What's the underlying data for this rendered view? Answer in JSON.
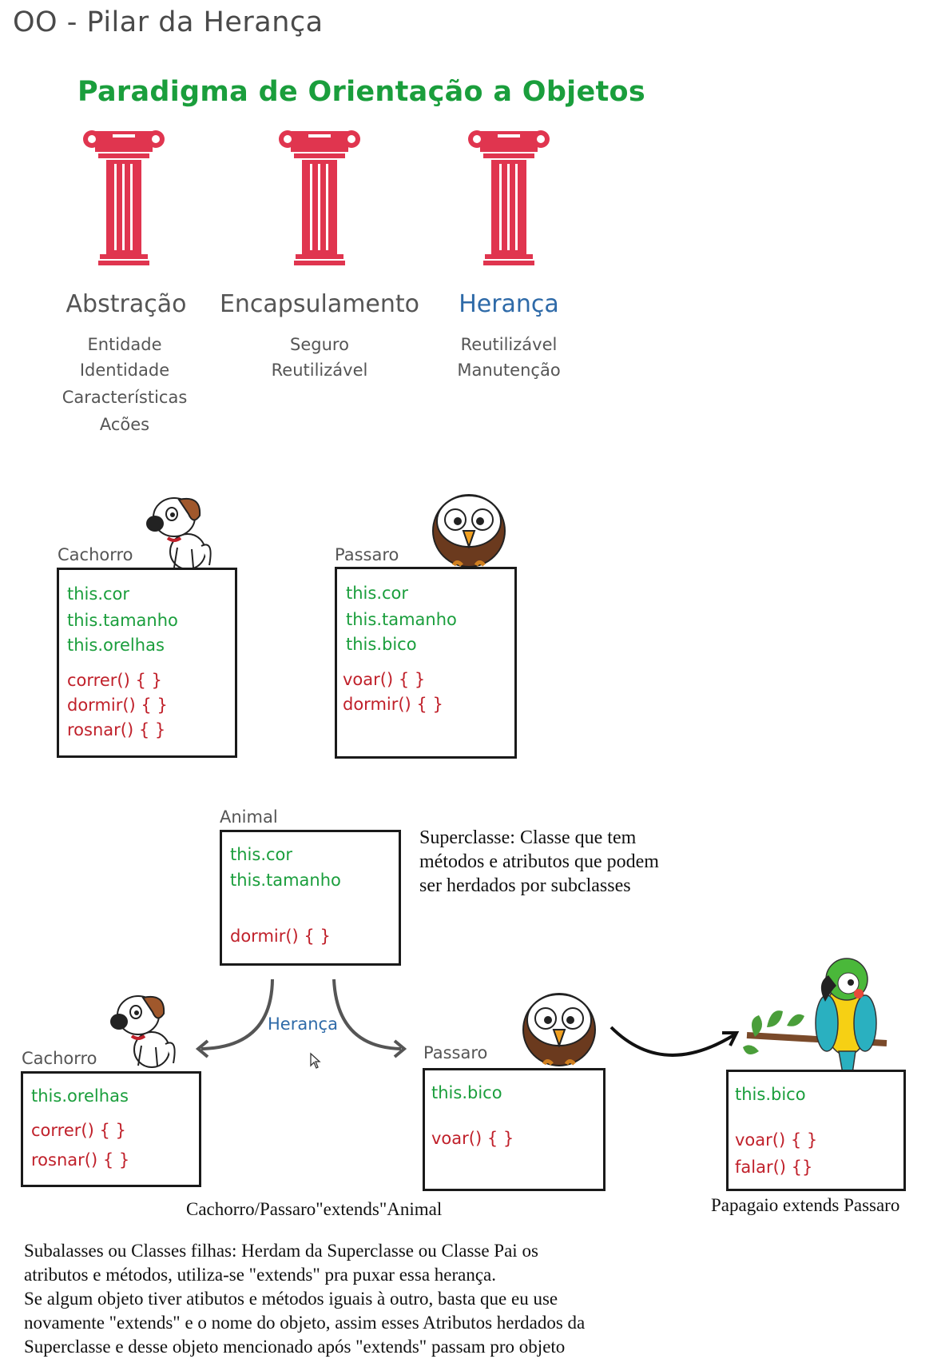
{
  "page_title": "OO - Pilar da Herança",
  "paradigm_title": "Paradigma de Orientação a Objetos",
  "pillars": [
    {
      "name": "Abstração",
      "items": [
        "Entidade",
        "Identidade",
        "Características",
        "Acões"
      ]
    },
    {
      "name": "Encapsulamento",
      "items": [
        "Seguro",
        "Reutilizável"
      ]
    },
    {
      "name": "Herança",
      "items": [
        "Reutilizável",
        "Manutenção"
      ]
    }
  ],
  "section1": {
    "cachorro": {
      "label": "Cachorro",
      "attributes": [
        "this.cor",
        "this.tamanho",
        "this.orelhas"
      ],
      "methods": [
        "correr() {  }",
        "dormir() {  }",
        "rosnar() {  }"
      ]
    },
    "passaro": {
      "label": "Passaro",
      "attributes": [
        "this.cor",
        "this.tamanho",
        "this.bico"
      ],
      "methods": [
        "voar() {  }",
        "dormir() {  }"
      ]
    }
  },
  "section2": {
    "animal": {
      "label": "Animal",
      "attributes": [
        "this.cor",
        "this.tamanho"
      ],
      "methods": [
        "dormir() {  }"
      ]
    },
    "superclass_note": [
      "Superclasse: Classe que tem",
      "métodos e atributos que podem",
      "ser herdados por subclasses"
    ],
    "inheritance_label": "Herança",
    "cachorro": {
      "label": "Cachorro",
      "attributes": [
        "this.orelhas"
      ],
      "methods": [
        "correr() {  }",
        "rosnar() {  }"
      ]
    },
    "passaro": {
      "label": "Passaro",
      "attributes": [
        "this.bico"
      ],
      "methods": [
        "voar() {  }"
      ]
    },
    "papagaio": {
      "attributes": [
        "this.bico"
      ],
      "methods": [
        "voar() {  }",
        "falar() {}"
      ]
    },
    "caption_left": "Cachorro/Passaro\"extends\"Animal",
    "caption_right": "Papagaio extends Passaro"
  },
  "bottom_text": [
    "Subalasses ou Classes filhas: Herdam da Superclasse ou Classe Pai os",
    "atributos e métodos, utiliza-se  \"extends\" pra puxar essa herança.",
    "Se algum objeto tiver atibutos e métodos iguais à outro, basta que eu use",
    "novamente  \"extends\" e o nome do objeto, assim esses Atributos herdados da",
    "Superclasse e desse  objeto mencionado após \"extends\"  passam pro objeto"
  ],
  "colors": {
    "attribute": "#1a9e3c",
    "method": "#c0202a",
    "pillar": "#e0354f",
    "heranca": "#2e6aa8"
  }
}
